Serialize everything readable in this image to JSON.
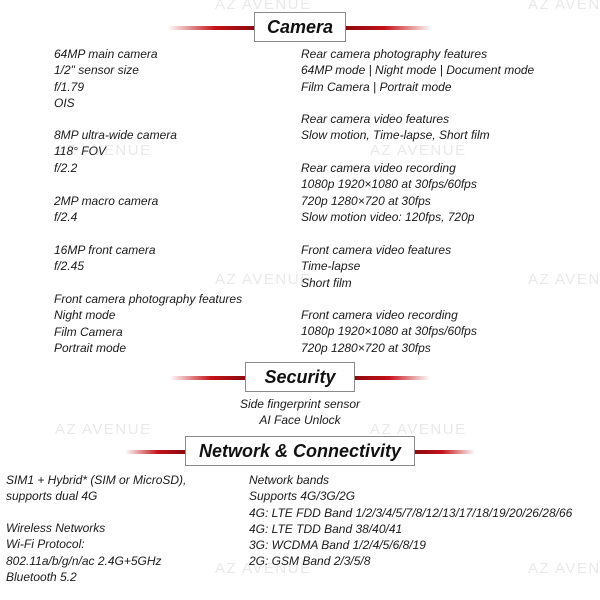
{
  "watermark": "AZ AVENUE",
  "sections": {
    "camera": "Camera",
    "security": "Security",
    "network": "Network & Connectivity"
  },
  "camera": {
    "left_groups": [
      [
        "64MP main camera",
        "1/2\" sensor size",
        "f/1.79",
        "OIS"
      ],
      [
        "8MP ultra-wide camera",
        "118° FOV",
        "f/2.2"
      ],
      [
        "2MP macro camera",
        "f/2.4"
      ],
      [
        "16MP front camera",
        "f/2.45"
      ],
      [
        "Front camera photography features",
        "Night mode",
        "Film Camera",
        "Portrait mode"
      ]
    ],
    "right_groups": [
      [
        "Rear camera photography features",
        "64MP mode | Night mode | Document mode",
        "Film Camera | Portrait mode"
      ],
      [
        "Rear camera video features",
        "Slow motion, Time-lapse, Short film"
      ],
      [
        "Rear camera video recording",
        "1080p 1920×1080 at 30fps/60fps",
        "720p 1280×720 at 30fps",
        "Slow motion video: 120fps, 720p"
      ],
      [
        "Front camera video features",
        "Time-lapse",
        "Short film"
      ],
      [
        "Front camera video recording",
        "1080p 1920×1080 at 30fps/60fps",
        "720p 1280×720 at 30fps"
      ]
    ]
  },
  "security": {
    "lines": [
      "Side fingerprint sensor",
      "AI Face Unlock"
    ]
  },
  "network": {
    "left_groups": [
      [
        "SIM1 + Hybrid* (SIM or MicroSD),",
        "supports dual 4G"
      ],
      [
        "Wireless Networks",
        "Wi-Fi Protocol:",
        "802.11a/b/g/n/ac 2.4G+5GHz",
        "Bluetooth 5.2"
      ]
    ],
    "right_lines": [
      "Network bands",
      "Supports 4G/3G/2G",
      "4G: LTE FDD Band 1/2/3/4/5/7/8/12/13/17/18/19/20/26/28/66",
      "4G: LTE TDD Band 38/40/41",
      "3G: WCDMA Band 1/2/4/5/6/8/19",
      "2G: GSM Band 2/3/5/8"
    ]
  }
}
